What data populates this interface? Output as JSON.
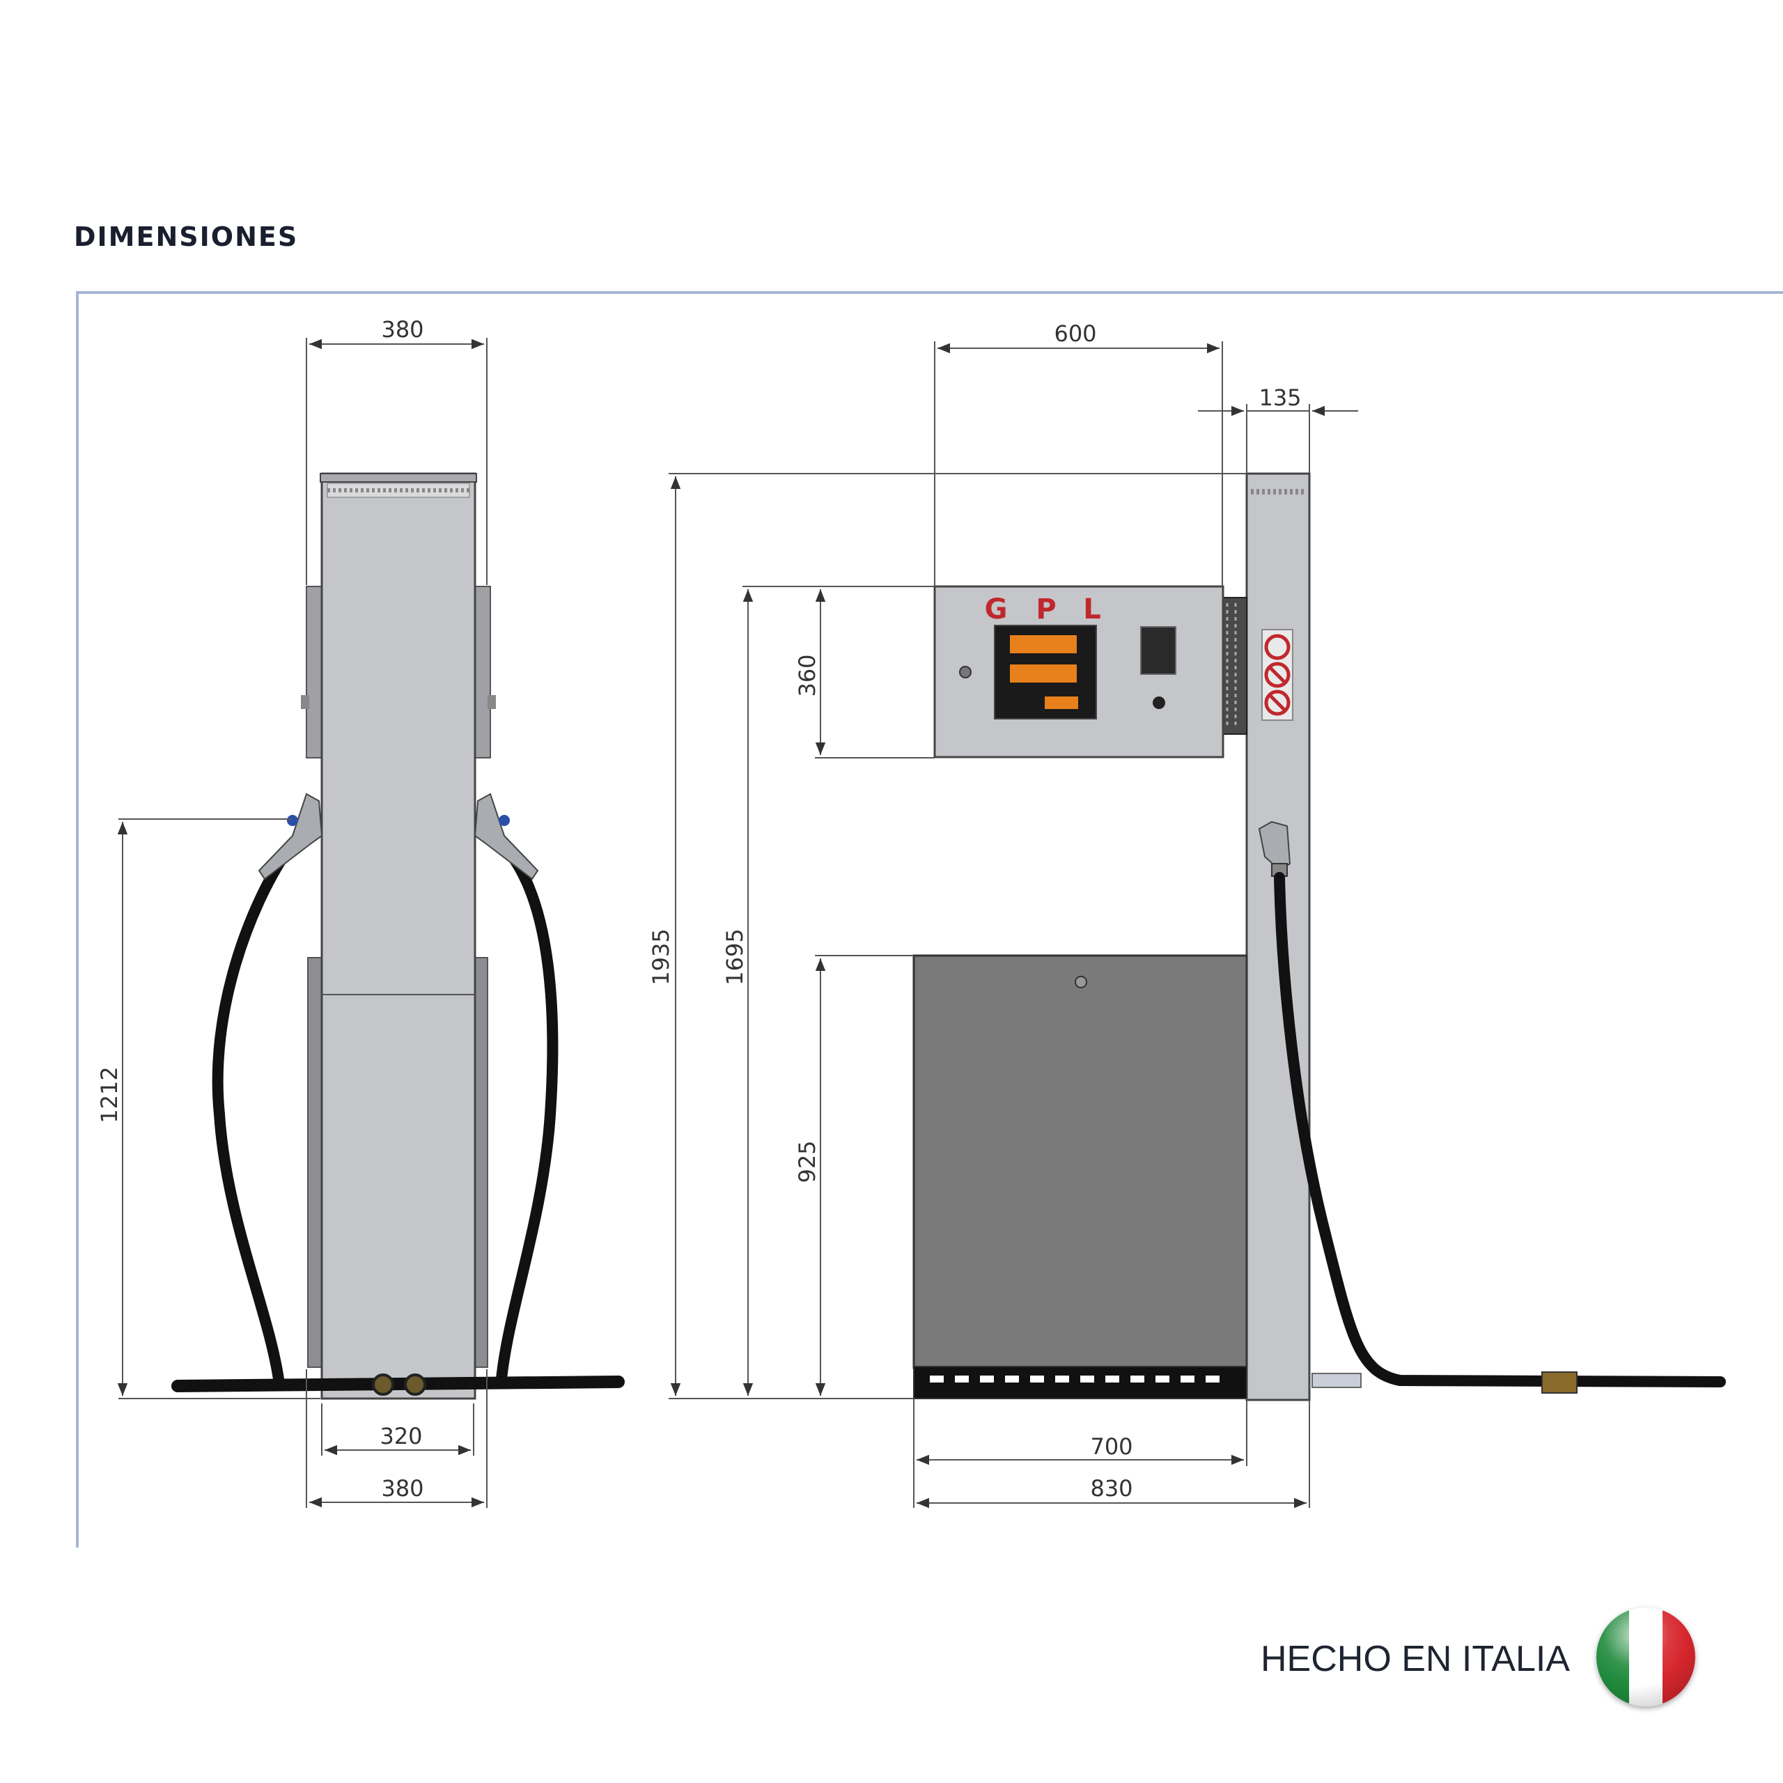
{
  "heading": "DIMENSIONES",
  "front_view": {
    "width_top": "380",
    "height_nozzle": "1212",
    "base_inner": "320",
    "base_outer": "380"
  },
  "side_view": {
    "display_width": "600",
    "column_depth": "135",
    "total_height": "1935",
    "display_top_height": "1695",
    "display_height": "360",
    "cabinet_height": "925",
    "cabinet_width": "700",
    "total_width": "830",
    "display_letters": [
      "G",
      "P",
      "L"
    ]
  },
  "footer": {
    "made_in": "HECHO EN ITALIA",
    "flag_icon": "italy-flag-icon"
  },
  "colors": {
    "frame_border": "#a6b6d4",
    "body_grey": "#c4c6c9",
    "cabinet_grey": "#7a7a7a",
    "display_orange": "#e8801c",
    "letters_red": "#c0282d"
  }
}
